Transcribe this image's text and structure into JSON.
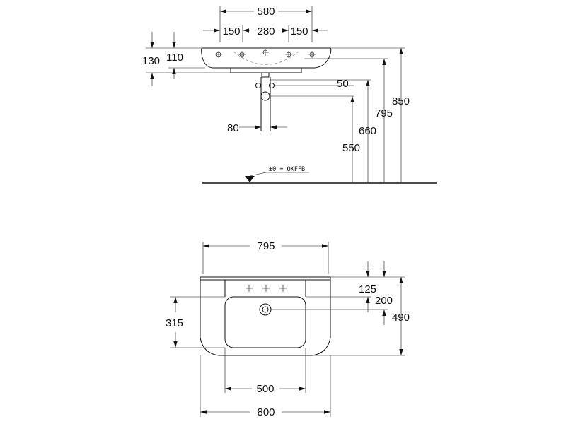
{
  "front_view": {
    "dim_580": "580",
    "dim_150_left": "150",
    "dim_280": "280",
    "dim_150_right": "150",
    "dim_130": "130",
    "dim_110": "110",
    "dim_50": "50",
    "dim_795_height": "795",
    "dim_850": "850",
    "dim_660": "660",
    "dim_80": "80",
    "dim_550": "550",
    "floor_reference": "±0 = OKFFB"
  },
  "top_view": {
    "dim_795_width": "795",
    "dim_125": "125",
    "dim_200": "200",
    "dim_315": "315",
    "dim_490": "490",
    "dim_500": "500",
    "dim_800": "800"
  }
}
